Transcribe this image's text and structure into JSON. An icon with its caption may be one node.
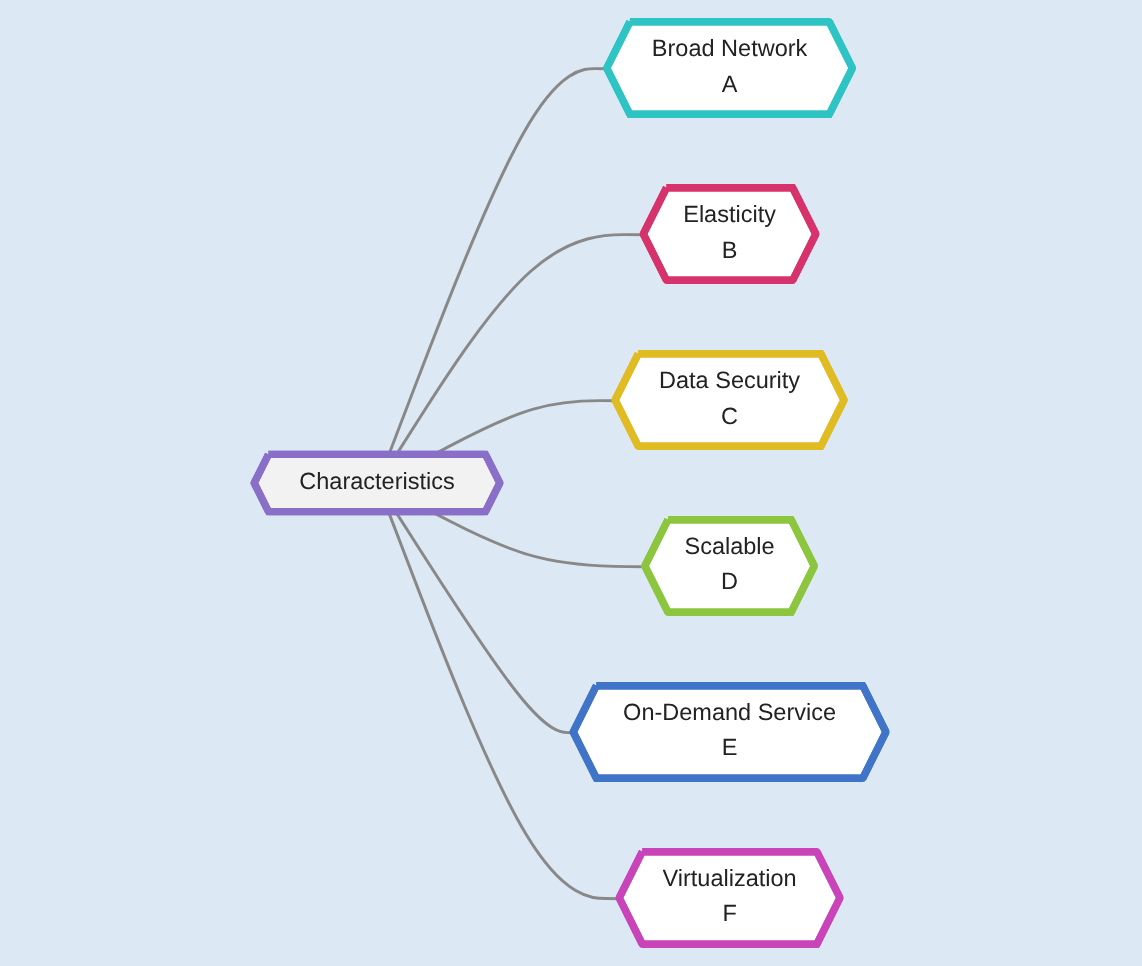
{
  "diagram": {
    "nodes": [
      {
        "text": [
          "Broad Network",
          "A"
        ]
      },
      {
        "text": [
          "Elasticity",
          "B"
        ]
      },
      {
        "text": [
          "Virtualization",
          "F"
        ]
      },
      {
        "text": [
          "Characteristics"
        ]
      },
      {
        "text": [
          "Data Security",
          "C"
        ]
      },
      {
        "text": [
          "On-Demand Service",
          "E"
        ]
      },
      {
        "text": [
          "Scalable",
          "D"
        ]
      }
    ],
    "edges": [
      {
        "from": 3,
        "to": 0,
        "arrow": "none"
      },
      {
        "from": 3,
        "to": 1,
        "arrow": "none"
      },
      {
        "from": 3,
        "to": 4,
        "arrow": "none"
      },
      {
        "from": 3,
        "to": 6,
        "arrow": "none"
      },
      {
        "from": 3,
        "to": 5,
        "arrow": "none"
      },
      {
        "from": 3,
        "to": 2,
        "arrow": "none"
      }
    ]
  }
}
